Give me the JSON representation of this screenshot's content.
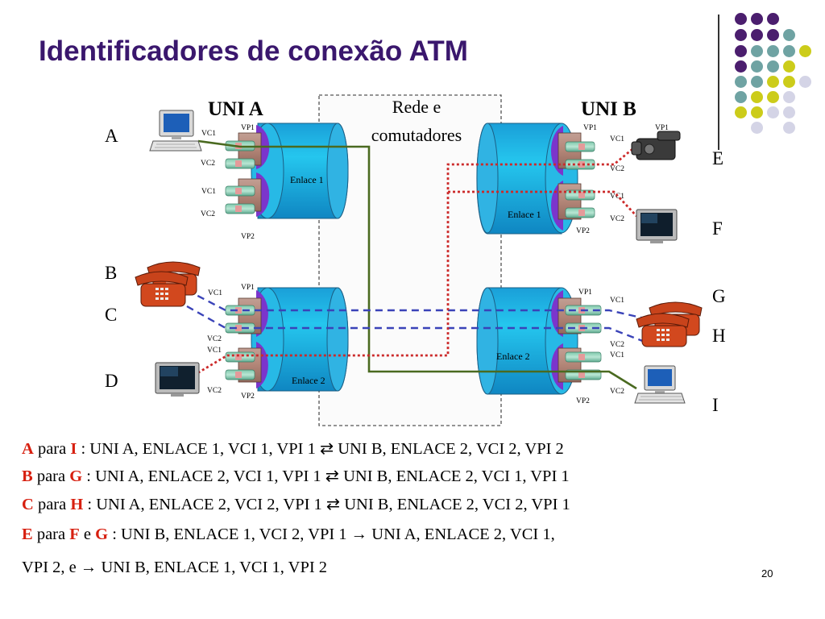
{
  "title": "Identificadores de conexão ATM",
  "page_number": "20",
  "colors": {
    "title": "#3a176d",
    "dot_purple": "#4b1e6e",
    "dot_teal": "#6fa3a3",
    "dot_yellow": "#cccc1a",
    "dot_lavender": "#d4d4e6",
    "link_green": "#4a6a20",
    "link_red": "#cc2a2a",
    "link_blue": "#3a43b8",
    "highlight_red": "#d71f0f"
  },
  "diagram": {
    "uni_a": "UNI A",
    "uni_b": "UNI B",
    "network_line1": "Rede e",
    "network_line2": "comutadores",
    "endpoints_left": [
      "A",
      "B",
      "C",
      "D"
    ],
    "endpoints_right": [
      "E",
      "F",
      "G",
      "H",
      "I"
    ],
    "links": {
      "left_top": "Enlace 1",
      "left_bottom": "Enlace 2",
      "right_top": "Enlace 1",
      "right_bottom": "Enlace 2"
    },
    "labels": {
      "vp1": "VP1",
      "vp2": "VP2",
      "vc1": "VC1",
      "vc2": "VC2"
    },
    "devices": {
      "camera": "camera-icon",
      "computer": "computer-icon",
      "monitor": "monitor-icon",
      "phone": "telephone-icon"
    }
  },
  "captions": [
    {
      "src": "A",
      "mid": " para ",
      "dst": "I",
      "extra_mid": "",
      "extra_dst": "",
      "text": " : UNI A, ENLACE 1, VCI 1, VPI 1 ⇄  UNI B, ENLACE 2, VCI 2, VPI 2"
    },
    {
      "src": "B",
      "mid": " para ",
      "dst": "G",
      "extra_mid": "",
      "extra_dst": "",
      "text": " : UNI A, ENLACE 2, VCI 1, VPI 1 ⇄  UNI B, ENLACE 2, VCI 1, VPI 1"
    },
    {
      "src": "C",
      "mid": " para ",
      "dst": "H",
      "extra_mid": "",
      "extra_dst": "",
      "text": " : UNI A, ENLACE 2, VCI 2, VPI 1 ⇄  UNI B, ENLACE 2, VCI 2, VPI 1"
    },
    {
      "src": "E",
      "mid": " para ",
      "dst": "F",
      "extra_mid": " e ",
      "extra_dst": "G",
      "text": " : UNI B, ENLACE 1, VCI 2, VPI 1 →  UNI A, ENLACE 2, VCI 1,"
    }
  ],
  "caption_continuation": "VPI 2, e → UNI B, ENLACE 1, VCI 1, VPI 2"
}
